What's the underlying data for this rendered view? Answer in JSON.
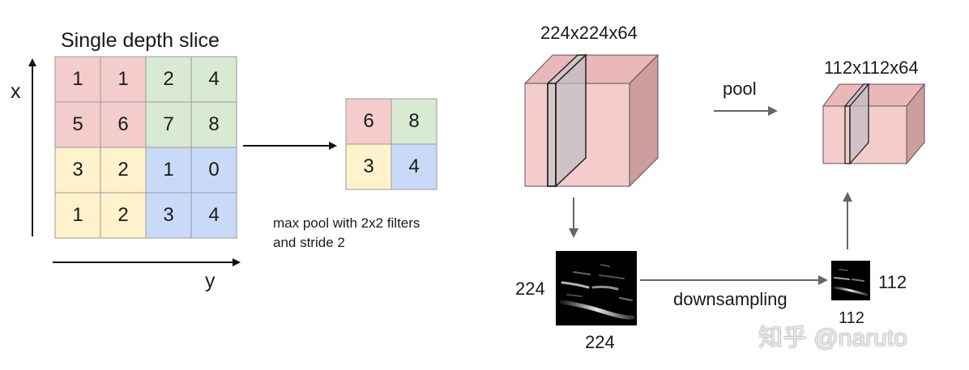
{
  "left_panel": {
    "title": "Single depth slice",
    "x_axis_label": "x",
    "y_axis_label": "y",
    "input_grid": [
      [
        1,
        1,
        2,
        4
      ],
      [
        5,
        6,
        7,
        8
      ],
      [
        3,
        2,
        1,
        0
      ],
      [
        1,
        2,
        3,
        4
      ]
    ],
    "output_grid": [
      [
        6,
        8
      ],
      [
        3,
        4
      ]
    ],
    "caption_line1": "max pool with 2x2 filters",
    "caption_line2": "and stride 2",
    "colors": {
      "red": "#f4cccc",
      "green": "#d9ead3",
      "yellow": "#fff2cc",
      "blue": "#c9daf8"
    }
  },
  "right_panel": {
    "input_volume_label": "224x224x64",
    "output_volume_label": "112x112x64",
    "pool_label": "pool",
    "downsampling_label": "downsampling",
    "large_image_left_label": "224",
    "large_image_bottom_label": "224",
    "small_image_right_label": "112",
    "small_image_bottom_label": "112",
    "volume_colors": {
      "front": "#f4cccc",
      "top": "#eab8b8",
      "side": "#cd9c9c"
    }
  },
  "watermark": "知乎 @naruto"
}
